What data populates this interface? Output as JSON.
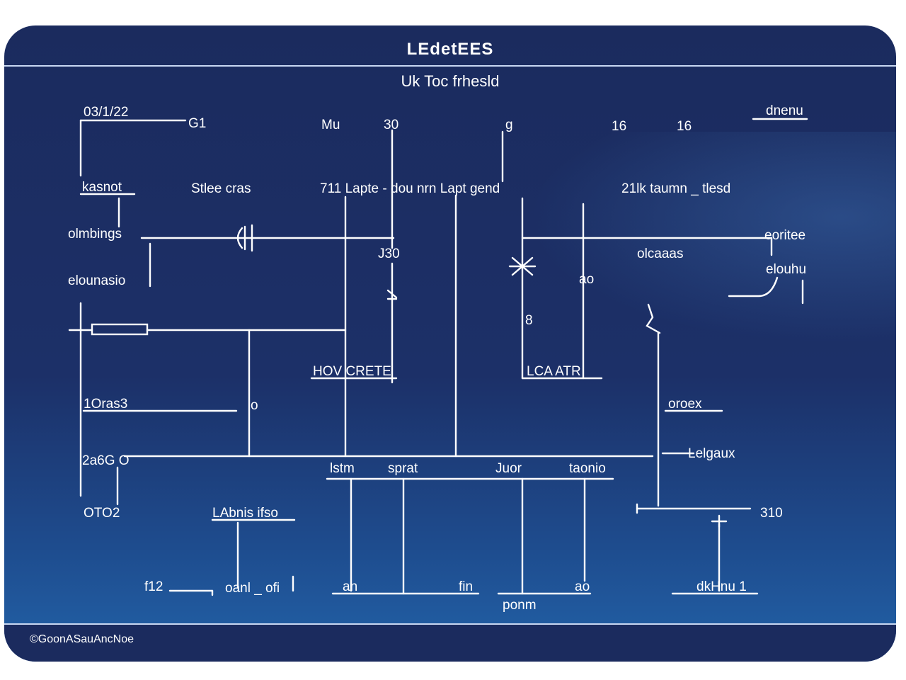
{
  "diagram": {
    "title": "LEdetEES",
    "subtitle": "Uk Toc frhesld",
    "footer": "©GoonASauAncNoe",
    "colors": {
      "background": "#1c2f66",
      "line": "#ffffff",
      "accent_bottom": "#2262a8"
    },
    "labels": {
      "top_left": "03/1/22",
      "top_g1": "G1",
      "top_mu": "Mu",
      "top_30": "30",
      "top_g": "g",
      "top_16a": "16",
      "top_16b": "16",
      "top_right": "dnenu",
      "l_kasnot": "kasnot",
      "l_stlee": "Stlee cras",
      "l_711": "711 Lapte - dou nrn Lapt  gend",
      "l_21lk": "21lk taumn _ tlesd",
      "l_olmbing": "olmbings",
      "l_eoritee": "eoritee",
      "l_j30": "J30",
      "l_olcaaas": "olcaaas",
      "l_elounaso": "elounasio",
      "l_ao": "ao",
      "l_elouhu": "elouhu",
      "l_8": "8",
      "l_hov": "HOV CRETE",
      "l_lca": "LCA ATR",
      "l_10ras": "1Oras3",
      "l_o": "o",
      "l_oroex": "oroex",
      "l_2a650": "2a6G O",
      "l_lelgaux": "Lelgaux",
      "l_lstm": "lstm",
      "l_sprat": "sprat",
      "l_juor": "Juor",
      "l_taonio": "taonio",
      "l_oto2": "OTO2",
      "l_abnis": "LAbnis ifso",
      "l_310": "310",
      "l_f12": "f12",
      "l_oanl": "oanl _ ofi",
      "l_an": "an",
      "l_fin": "fin",
      "l_ao2": "ao",
      "l_dkhmu": "dkHnu 1",
      "l_ponm": "ponm"
    }
  }
}
